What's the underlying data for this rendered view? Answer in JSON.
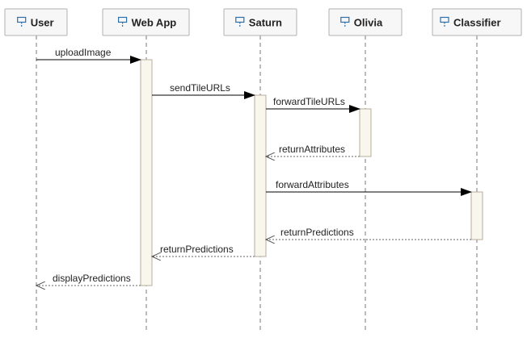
{
  "colors": {
    "header_fill": "#f7f7f7",
    "header_stroke": "#b0b0b0",
    "activation_fill": "#f9f6ee",
    "activation_stroke": "#b7ad9c",
    "line": "#000000",
    "lifeline": "#7a7a7a",
    "icon": "#2d6fa8"
  },
  "participants": [
    {
      "id": "user",
      "name": "User",
      "icon": "lifeline-icon"
    },
    {
      "id": "webapp",
      "name": "Web App",
      "icon": "lifeline-icon"
    },
    {
      "id": "saturn",
      "name": "Saturn",
      "icon": "lifeline-icon"
    },
    {
      "id": "olivia",
      "name": "Olivia",
      "icon": "lifeline-icon"
    },
    {
      "id": "classifier",
      "name": "Classifier",
      "icon": "lifeline-icon"
    }
  ],
  "messages": [
    {
      "label": "uploadImage",
      "from": "user",
      "to": "webapp",
      "kind": "sync"
    },
    {
      "label": "sendTileURLs",
      "from": "webapp",
      "to": "saturn",
      "kind": "sync"
    },
    {
      "label": "forwardTileURLs",
      "from": "saturn",
      "to": "olivia",
      "kind": "sync"
    },
    {
      "label": "returnAttributes",
      "from": "olivia",
      "to": "saturn",
      "kind": "return"
    },
    {
      "label": "forwardAttributes",
      "from": "saturn",
      "to": "classifier",
      "kind": "sync"
    },
    {
      "label": "returnPredictions",
      "from": "classifier",
      "to": "saturn",
      "kind": "return"
    },
    {
      "label": "returnPredictions",
      "from": "saturn",
      "to": "webapp",
      "kind": "return"
    },
    {
      "label": "displayPredictions",
      "from": "webapp",
      "to": "user",
      "kind": "return"
    }
  ]
}
